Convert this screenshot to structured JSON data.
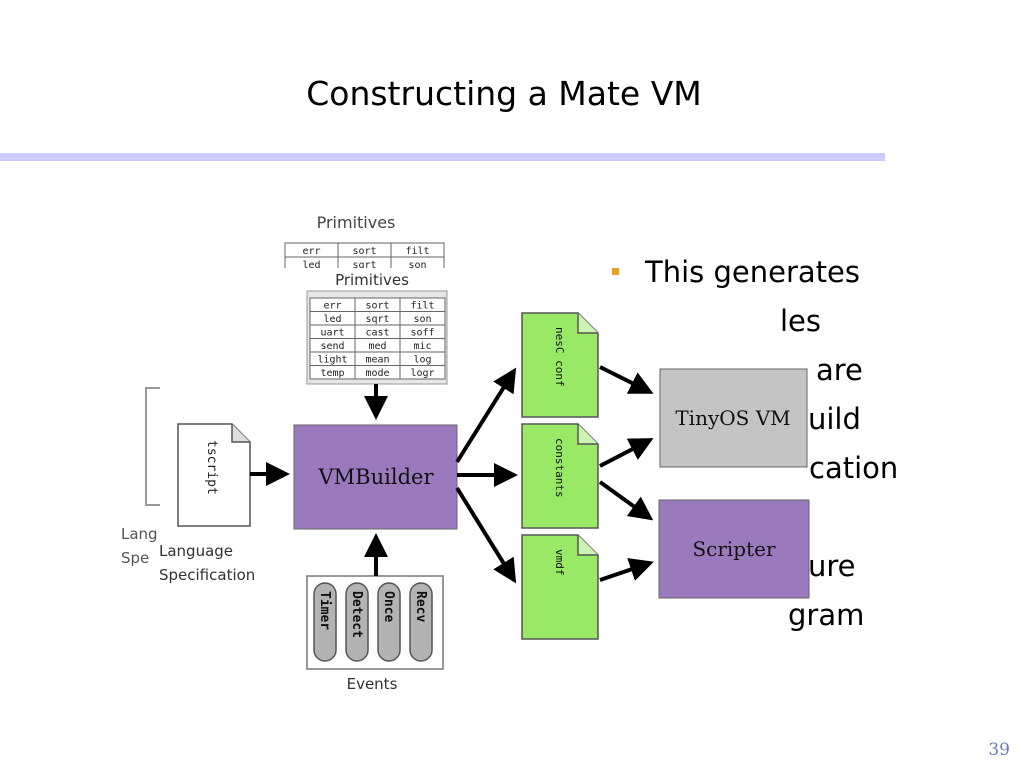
{
  "slide": {
    "title": "Constructing a Mate VM",
    "page_number": "39",
    "accent_color": "#ccccff",
    "bullet_color": "#e6a21c"
  },
  "bullet_lines": [
    "This generates",
    "les",
    "are",
    "uild",
    "cation",
    "",
    "ure",
    "gram"
  ],
  "diagram": {
    "primitives_ghost": {
      "label": "Primitives",
      "rows": [
        [
          "err",
          "sort",
          "filt"
        ],
        [
          "led",
          "sqrt",
          "son"
        ]
      ]
    },
    "primitives": {
      "label": "Primitives",
      "rows": [
        [
          "err",
          "sort",
          "filt"
        ],
        [
          "led",
          "sqrt",
          "son"
        ],
        [
          "uart",
          "cast",
          "soff"
        ],
        [
          "send",
          "med",
          "mic"
        ],
        [
          "light",
          "mean",
          "log"
        ],
        [
          "temp",
          "mode",
          "logr"
        ]
      ]
    },
    "vmbuilder_label": "VMBuilder",
    "script_file_label": "tscript",
    "language_spec_label": [
      "Language",
      "Specification"
    ],
    "language_spec_ghost": [
      "Lang",
      "Spe"
    ],
    "events": {
      "label": "Events",
      "items": [
        "Timer",
        "Detect",
        "Once",
        "Recv"
      ]
    },
    "output_files": [
      "nesC conf",
      "constants",
      "vmdf"
    ],
    "tinyos_vm_label": "TinyOS VM",
    "scripter_label": "Scripter",
    "colors": {
      "vmbuilder": "#9a79bd",
      "file_green": "#99e866",
      "tinyos_gray": "#c4c4c4",
      "scripter": "#9a79bd",
      "event_pill": "#b3b3b3"
    }
  }
}
